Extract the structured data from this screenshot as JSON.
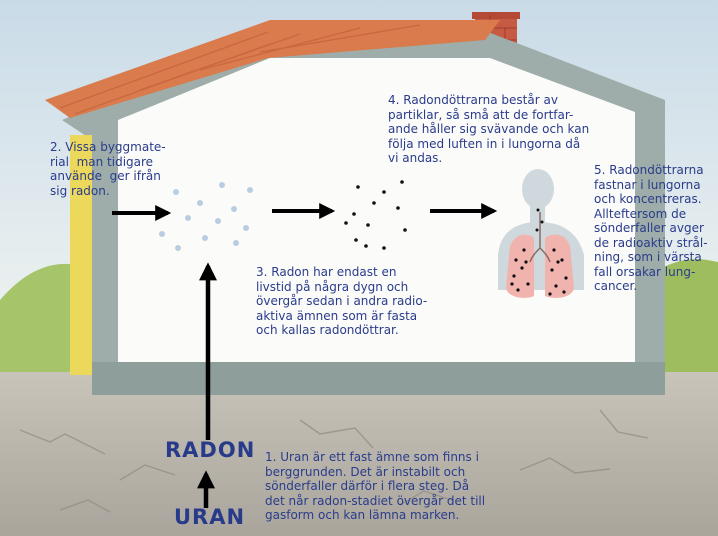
{
  "labels": {
    "radon": "RADON",
    "uran": "URAN"
  },
  "texts": {
    "step1": "1. Uran är ett fast ämne som finns i\nberggrunden. Det är instabilt och\nsönderfaller därför i flera steg. Då\ndet når radon-stadiet övergår det till\ngasform och kan lämna marken.",
    "step2": "2. Vissa byggmate-\nrial  man tidigare\nanvände  ger ifrån\nsig radon.",
    "step3": "3. Radon har endast en\nlivstid på några dygn och\növergår sedan i andra radio-\naktiva ämnen som är fasta\noch kallas radondöttrar.",
    "step4": "4. Radondöttrarna består av\npartiklar, så små att de fortfar-\nande håller sig svävande och kan\nfölja med luften in i lungorna då\nvi andas.",
    "step5": "5. Radondöttrarna\nfastnar i lungorna\noch koncentreras.\nAllteftersom de\nsönderfaller avger\nde radioaktiv strål-\nning, som i värsta\nfall orsakar lung-\ncancer."
  },
  "colors": {
    "text": "#2a3c8c",
    "roof": "#d9774a",
    "chimney": "#c4533e",
    "wall": "#fbfbf9",
    "frame": "#9aaaa6",
    "ground": "#b8b4ab",
    "grass": "#9cbf62",
    "sky": "#d5e3ec",
    "lung": "#f0b3ad",
    "arrow": "#000000"
  },
  "icons": [
    "arrow-right-icon",
    "arrow-up-icon",
    "gas-particles-icon",
    "solid-particles-icon",
    "lungs-icon"
  ]
}
